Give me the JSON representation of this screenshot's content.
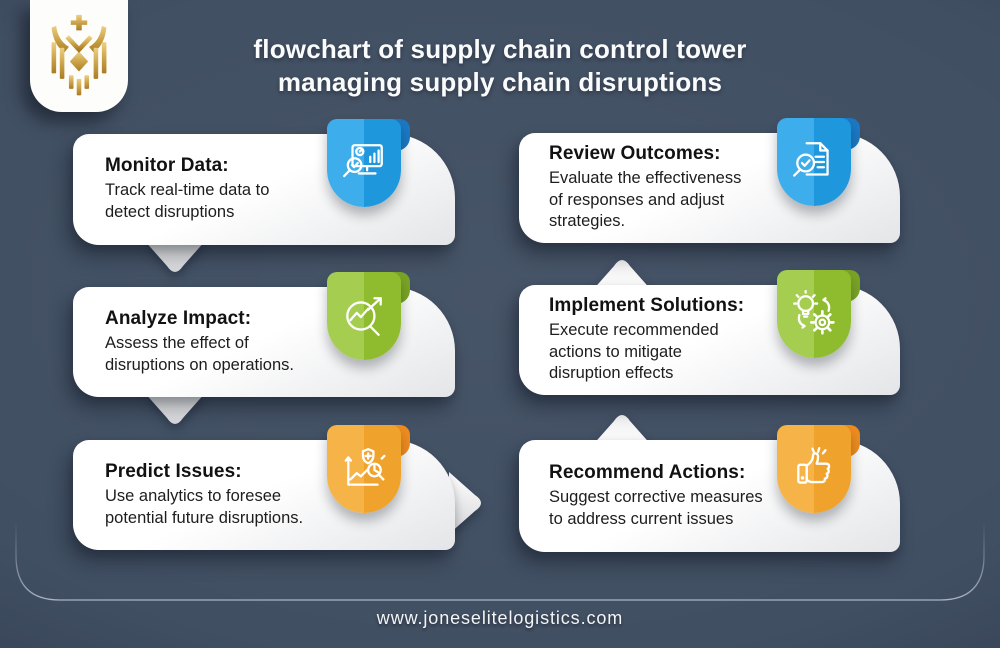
{
  "header": {
    "logo": "jones-elite-logistics-crown-logo",
    "title_line1": "flowchart of supply chain control tower",
    "title_line2": "managing supply chain disruptions"
  },
  "cards": [
    {
      "title": "Monitor Data:",
      "body": "Track real-time data to\ndetect disruptions",
      "icon": "monitor-analytics-icon",
      "theme": "blue"
    },
    {
      "title": "Analyze Impact:",
      "body": "Assess the effect of\ndisruptions on operations.",
      "icon": "magnifier-trend-icon",
      "theme": "green"
    },
    {
      "title": "Predict Issues:",
      "body": "Use analytics to foresee\npotential future disruptions.",
      "icon": "forecast-shield-icon",
      "theme": "orange"
    },
    {
      "title": "Review Outcomes:",
      "body": "Evaluate the effectiveness\nof responses and adjust strategies.",
      "icon": "document-review-icon",
      "theme": "blue"
    },
    {
      "title": "Implement Solutions:",
      "body": "Execute recommended\nactions to mitigate\ndisruption effects",
      "icon": "bulb-gear-icon",
      "theme": "green"
    },
    {
      "title": "Recommend Actions:",
      "body": "Suggest corrective measures\nto address current issues",
      "icon": "thumbs-up-icon",
      "theme": "orange"
    }
  ],
  "connectors": [
    "down-arrow",
    "down-arrow",
    "bridge-right-arrow",
    "up-arrow",
    "up-arrow"
  ],
  "colors": {
    "background": "#414f63",
    "card": "#ffffff",
    "blue": "#2ea4e6",
    "blue_fold": "#1b79c4",
    "green": "#9ac640",
    "green_fold": "#7aa426",
    "orange": "#f3ab3a",
    "orange_fold": "#ee8c1f",
    "gold": "#cda44a",
    "text_dark": "#121212",
    "text_light": "#fafbfc"
  },
  "footer": {
    "website": "www.joneselitelogistics.com"
  }
}
